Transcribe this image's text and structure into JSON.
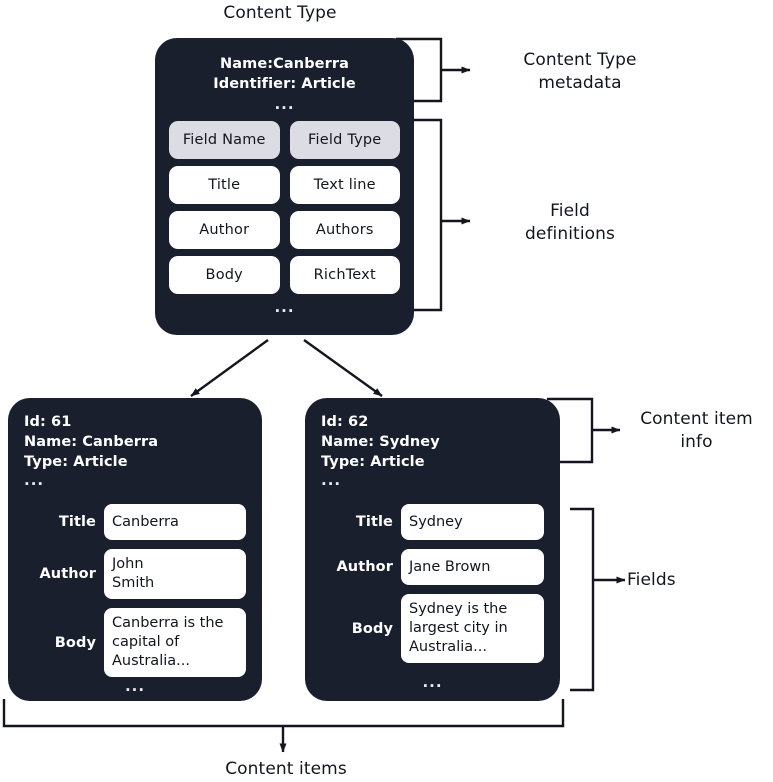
{
  "diagram": {
    "title": "Content Type",
    "bottom_label": "Content items",
    "colors": {
      "card_background": "#1a1f2e",
      "card_text": "#ffffff",
      "cell_background": "#ffffff",
      "header_cell_background": "#dcdce4",
      "page_background": "#ffffff",
      "line": "#13161f"
    }
  },
  "content_type": {
    "name_line": "Name:Canberra",
    "identifier_line": "Identifier: Article",
    "ellipsis": "...",
    "field_table": {
      "headers": [
        "Field Name",
        "Field Type"
      ],
      "rows": [
        [
          "Title",
          "Text line"
        ],
        [
          "Author",
          "Authors"
        ],
        [
          "Body",
          "RichText"
        ]
      ],
      "ellipsis": "..."
    }
  },
  "annotations": {
    "content_type_metadata": "Content Type\nmetadata",
    "field_definitions": "Field\ndefinitions",
    "content_item_info": "Content item\ninfo",
    "fields": "Fields"
  },
  "content_items": [
    {
      "id_line": "Id: 61",
      "name_line": "Name: Canberra",
      "type_line": "Type: Article",
      "ellipsis": "...",
      "fields": [
        {
          "label": "Title",
          "value": "Canberra",
          "multiline": false
        },
        {
          "label": "Author",
          "value": "John\nSmith",
          "multiline": true
        },
        {
          "label": "Body",
          "value": "Canberra is the\ncapital of\nAustralia...",
          "multiline": true
        }
      ],
      "ellipsis_bottom": "..."
    },
    {
      "id_line": "Id: 62",
      "name_line": "Name: Sydney",
      "type_line": "Type: Article",
      "ellipsis": "...",
      "fields": [
        {
          "label": "Title",
          "value": "Sydney",
          "multiline": false
        },
        {
          "label": "Author",
          "value": "Jane Brown",
          "multiline": false
        },
        {
          "label": "Body",
          "value": "Sydney is the\nlargest city in\nAustralia...",
          "multiline": true
        }
      ],
      "ellipsis_bottom": "..."
    }
  ]
}
